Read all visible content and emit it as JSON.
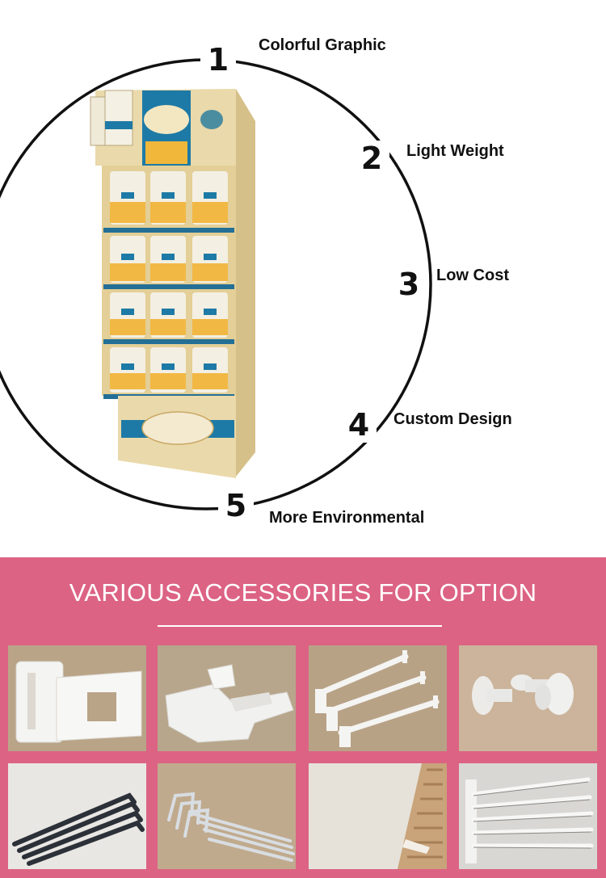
{
  "features": [
    {
      "number": "1",
      "label": "Colorful Graphic"
    },
    {
      "number": "2",
      "label": "Light Weight"
    },
    {
      "number": "3",
      "label": "Low Cost"
    },
    {
      "number": "4",
      "label": "Custom Design"
    },
    {
      "number": "5",
      "label": "More Environmental"
    }
  ],
  "accessories": {
    "title": "VARIOUS ACCESSORIES FOR OPTION",
    "items": [
      {
        "name": "slot-clip"
      },
      {
        "name": "foam-block"
      },
      {
        "name": "plastic-hooks"
      },
      {
        "name": "plastic-rivets"
      },
      {
        "name": "black-metal-hooks"
      },
      {
        "name": "chrome-wire-hooks"
      },
      {
        "name": "corrugated-board"
      },
      {
        "name": "white-metal-hooks"
      }
    ]
  },
  "colors": {
    "accent": "#dc6384",
    "ring": "#111111",
    "stand_tan": "#e8d7a7",
    "stand_blue": "#1d7aa6"
  }
}
